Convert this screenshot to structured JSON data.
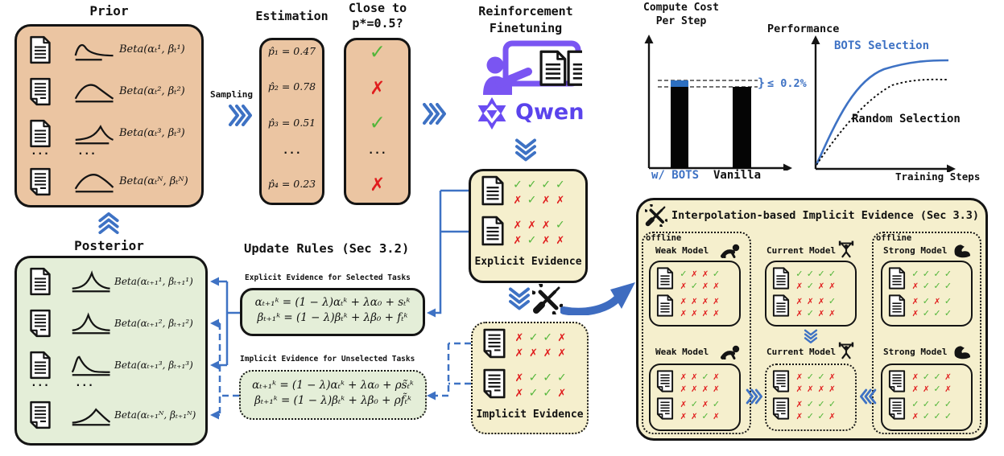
{
  "colors": {
    "tan": "#ebc5a2",
    "green": "#e4eed8",
    "cream": "#f5efcd",
    "blue": "#3e72c4",
    "purple": "#7a55f2",
    "qwen_purple": "#5a43ec",
    "check": "#53b63a",
    "cross": "#e01d1d"
  },
  "prior": {
    "title": "Prior",
    "dots": "...",
    "rows": [
      "Beta(αₜ¹, βₜ¹)",
      "Beta(αₜ², βₜ²)",
      "Beta(αₜ³, βₜ³)",
      "Beta(αₜᴺ, βₜᴺ)"
    ]
  },
  "posterior": {
    "title": "Posterior",
    "dots": "...",
    "rows": [
      "Beta(αₜ₊₁¹, βₜ₊₁¹)",
      "Beta(αₜ₊₁², βₜ₊₁²)",
      "Beta(αₜ₊₁³, βₜ₊₁³)",
      "Beta(αₜ₊₁ᴺ, βₜ₊₁ᴺ)"
    ]
  },
  "sampling": {
    "label": "Sampling"
  },
  "estimation": {
    "title": "Estimation",
    "dots": "...",
    "items": [
      "p̂₁ = 0.47",
      "p̂₂ = 0.78",
      "p̂₃ = 0.51",
      "p̂₄ = 0.23"
    ]
  },
  "close": {
    "title_line1": "Close to",
    "title_line2": "p*=0.5?",
    "dots": "...",
    "marks": [
      "✓",
      "✗",
      "✓",
      "✗"
    ]
  },
  "rft": {
    "line1": "Reinforcement",
    "line2": "Finetuning",
    "brand": "Qwen"
  },
  "explicit_evidence": {
    "label": "Explicit Evidence",
    "docs": [
      [
        "✓✓✓✓",
        "✗✓✗✗"
      ],
      [
        "✗✗✗✓",
        "✗✓✗✗"
      ]
    ]
  },
  "implicit_evidence": {
    "label": "Implicit Evidence",
    "docs": [
      [
        "✗✓✓✗",
        "✗✗✗✗"
      ],
      [
        "✗✓✓✓",
        "✗✓✓✗"
      ]
    ]
  },
  "update_rules": {
    "title": "Update Rules (Sec 3.2)",
    "explicit_caption": "Explicit Evidence for Selected Tasks",
    "explicit_lines": [
      "αₜ₊₁ᵏ = (1 − λ)αₜᵏ + λα₀ + sₜᵏ",
      "βₜ₊₁ᵏ = (1 − λ)βₜᵏ + λβ₀ + fₜᵏ"
    ],
    "implicit_caption": "Implicit Evidence for Unselected Tasks",
    "implicit_lines": [
      "αₜ₊₁ᵏ = (1 − λ)αₜᵏ + λα₀ + ρs̃ₜᵏ",
      "βₜ₊₁ᵏ = (1 − λ)βₜᵏ + λβ₀ + ρf̃ₜᵏ"
    ]
  },
  "cost_chart": {
    "title_line1": "Compute Cost",
    "title_line2": "Per Step",
    "bars": [
      "w/ BOTS",
      "Vanilla"
    ],
    "brace": "}",
    "annotation": "≤ 0.2%"
  },
  "perf_chart": {
    "title": "Performance",
    "series1": "BOTS Selection",
    "series2": "Random Selection",
    "xlabel": "Training Steps"
  },
  "interp": {
    "title": "Interpolation-based Implicit Evidence (Sec 3.3)",
    "offline": "offline",
    "weak": "Weak Model",
    "current": "Current Model",
    "strong": "Strong Model",
    "weak_top": [
      [
        "✓✗✗✓",
        "✗✓✗✗"
      ],
      [
        "✗✗✗✗",
        "✗✗✗✗"
      ]
    ],
    "current_top": [
      [
        "✓✓✓✓",
        "✗✓✗✗"
      ],
      [
        "✗✗✗✓",
        "✗✓✗✗"
      ]
    ],
    "strong_top": [
      [
        "✓✓✓✓",
        "✗✓✓✓"
      ],
      [
        "✗✓✗✓",
        "✗✓✓✓"
      ]
    ],
    "weak_bottom": [
      [
        "✗✗✓✗",
        "✗✗✗✗"
      ],
      [
        "✗✓✗✓",
        "✗✗✓✗"
      ]
    ],
    "current_bottom": [
      [
        "✗✓✓✗",
        "✗✗✗✗"
      ],
      [
        "✗✓✓✓",
        "✗✓✓✗"
      ]
    ],
    "strong_bottom": [
      [
        "✗✓✓✗",
        "✗✗✓✗"
      ],
      [
        "✓✓✓✓",
        "✗✓✓✓"
      ]
    ]
  },
  "chart_data": [
    {
      "type": "bar",
      "title": "Compute Cost Per Step",
      "categories": [
        "w/ BOTS",
        "Vanilla"
      ],
      "values": [
        1.002,
        1.0
      ],
      "annotation": "≤ 0.2%",
      "ylabel": "",
      "xlabel": "",
      "legend": "none",
      "grid": false
    },
    {
      "type": "line",
      "title": "Performance",
      "xlabel": "Training Steps",
      "x": [
        0,
        0.2,
        0.4,
        0.6,
        0.8,
        1.0
      ],
      "series": [
        {
          "name": "BOTS Selection",
          "values": [
            0.02,
            0.45,
            0.72,
            0.85,
            0.9,
            0.92
          ]
        },
        {
          "name": "Random Selection",
          "values": [
            0.02,
            0.35,
            0.55,
            0.66,
            0.71,
            0.73
          ]
        }
      ],
      "legend": "inline",
      "grid": false
    }
  ]
}
